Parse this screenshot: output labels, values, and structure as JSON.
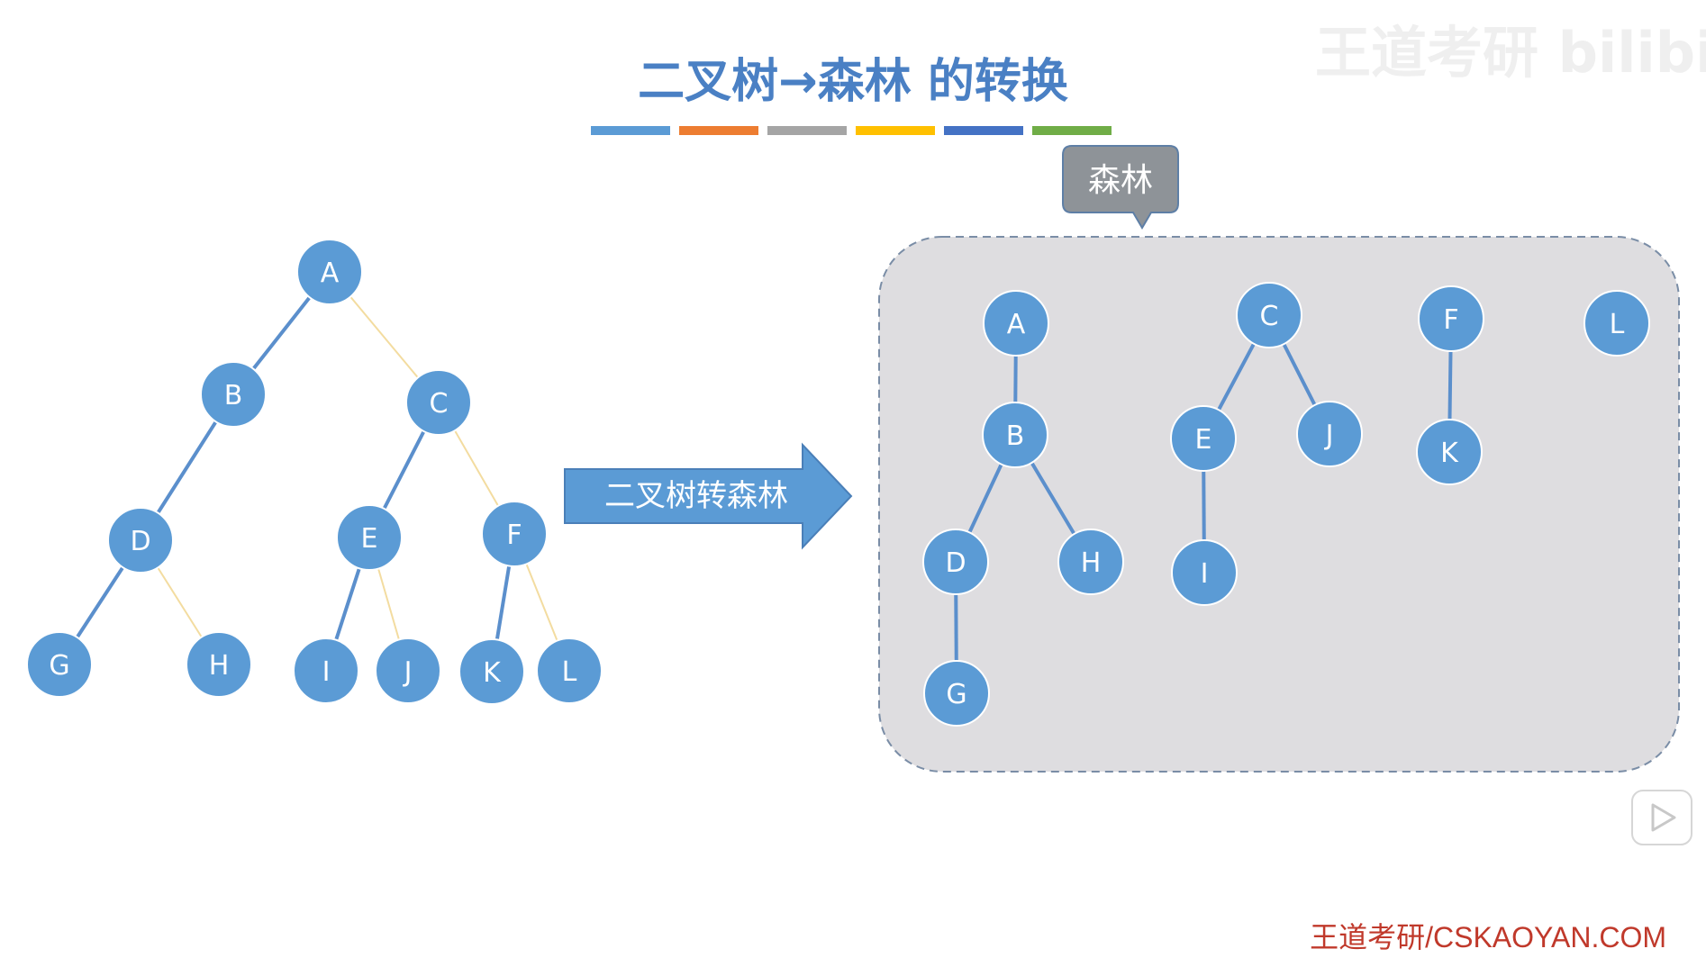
{
  "title": "二叉树→森林 的转换",
  "color_bar": [
    "#5b9bd5",
    "#ed7d31",
    "#a5a5a5",
    "#ffc000",
    "#4472c4",
    "#70ad47"
  ],
  "colors": {
    "node_fill": "#5b9bd5",
    "node_stroke": "#ffffff",
    "strong_edge": "#5b8fcc",
    "weak_edge": "#f3dca0",
    "title": "#4a80c4"
  },
  "binary_tree": {
    "nodes": [
      {
        "id": "bA",
        "label": "A"
      },
      {
        "id": "bB",
        "label": "B"
      },
      {
        "id": "bC",
        "label": "C"
      },
      {
        "id": "bD",
        "label": "D"
      },
      {
        "id": "bE",
        "label": "E"
      },
      {
        "id": "bF",
        "label": "F"
      },
      {
        "id": "bG",
        "label": "G"
      },
      {
        "id": "bH",
        "label": "H"
      },
      {
        "id": "bI",
        "label": "I"
      },
      {
        "id": "bJ",
        "label": "J"
      },
      {
        "id": "bK",
        "label": "K"
      },
      {
        "id": "bL",
        "label": "L"
      }
    ],
    "edges": [
      {
        "from": "bA",
        "to": "bB",
        "kind": "strong"
      },
      {
        "from": "bA",
        "to": "bC",
        "kind": "weak"
      },
      {
        "from": "bB",
        "to": "bD",
        "kind": "strong"
      },
      {
        "from": "bC",
        "to": "bE",
        "kind": "strong"
      },
      {
        "from": "bC",
        "to": "bF",
        "kind": "weak"
      },
      {
        "from": "bD",
        "to": "bG",
        "kind": "strong"
      },
      {
        "from": "bD",
        "to": "bH",
        "kind": "weak"
      },
      {
        "from": "bE",
        "to": "bI",
        "kind": "strong"
      },
      {
        "from": "bE",
        "to": "bJ",
        "kind": "weak"
      },
      {
        "from": "bF",
        "to": "bK",
        "kind": "strong"
      },
      {
        "from": "bF",
        "to": "bL",
        "kind": "weak"
      }
    ]
  },
  "arrow": {
    "label": "二叉树转森林",
    "color": "#5b9bd5"
  },
  "forest": {
    "callout_label": "森林",
    "callout_color": "#8e9398",
    "panel_color": "#dedde0",
    "nodes": [
      {
        "id": "fA",
        "label": "A"
      },
      {
        "id": "fB",
        "label": "B"
      },
      {
        "id": "fD",
        "label": "D"
      },
      {
        "id": "fH",
        "label": "H"
      },
      {
        "id": "fG",
        "label": "G"
      },
      {
        "id": "fC",
        "label": "C"
      },
      {
        "id": "fE",
        "label": "E"
      },
      {
        "id": "fJ",
        "label": "J"
      },
      {
        "id": "fI",
        "label": "I"
      },
      {
        "id": "fF",
        "label": "F"
      },
      {
        "id": "fK",
        "label": "K"
      },
      {
        "id": "fL",
        "label": "L"
      }
    ],
    "edges": [
      {
        "from": "fA",
        "to": "fB"
      },
      {
        "from": "fB",
        "to": "fD"
      },
      {
        "from": "fB",
        "to": "fH"
      },
      {
        "from": "fD",
        "to": "fG"
      },
      {
        "from": "fC",
        "to": "fE"
      },
      {
        "from": "fC",
        "to": "fJ"
      },
      {
        "from": "fE",
        "to": "fI"
      },
      {
        "from": "fF",
        "to": "fK"
      }
    ]
  },
  "watermark": "王道考研 bilibili",
  "footer": "王道考研/CSKAOYAN.COM",
  "play_icon": "play-icon"
}
